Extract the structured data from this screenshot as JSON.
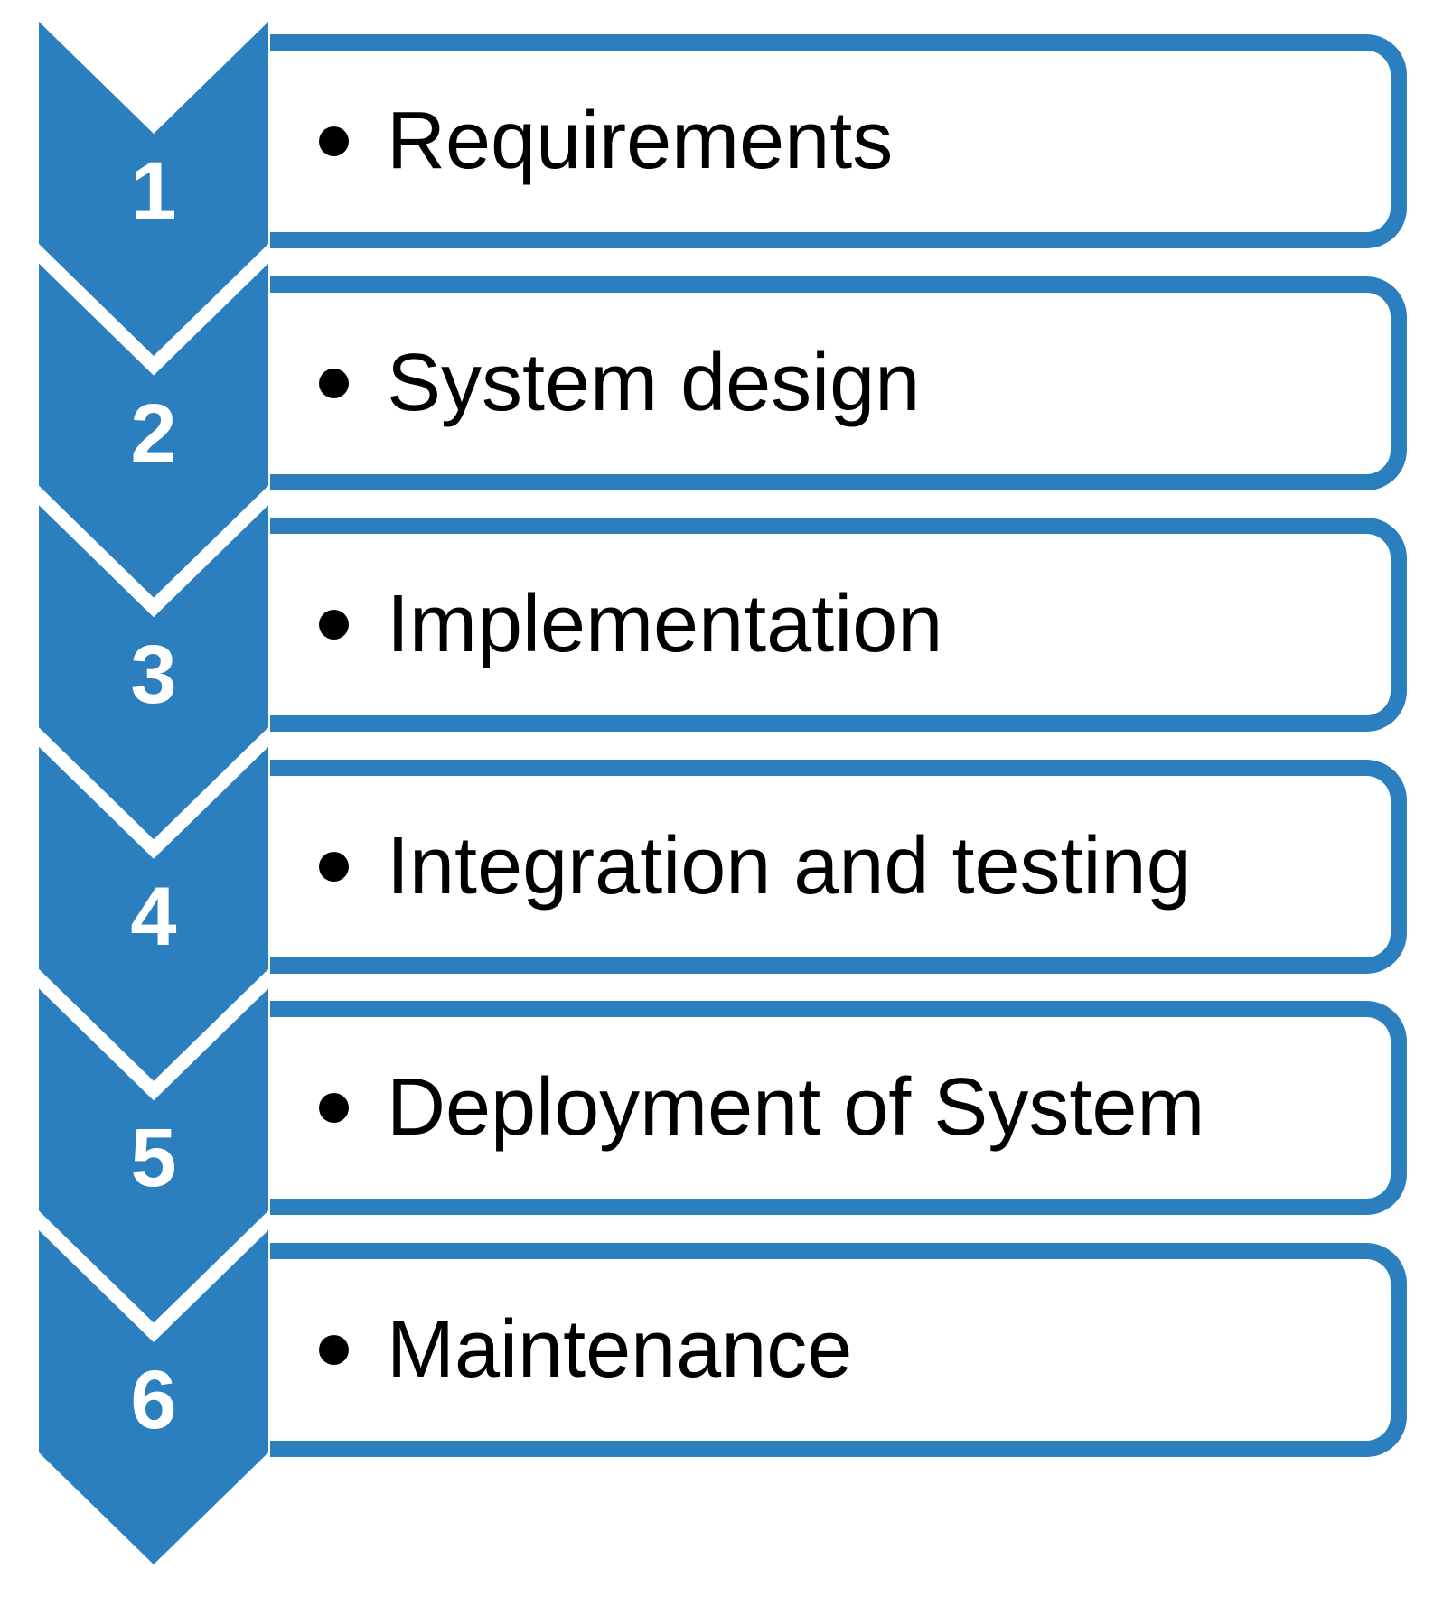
{
  "title": "Software development lifecycle chevron list",
  "colors": {
    "accent": "#2B7FBE",
    "text": "#000000",
    "number_text": "#ffffff",
    "background": "#ffffff"
  },
  "steps": [
    {
      "number": "1",
      "label": "Requirements"
    },
    {
      "number": "2",
      "label": "System design"
    },
    {
      "number": "3",
      "label": "Implementation"
    },
    {
      "number": "4",
      "label": "Integration and testing"
    },
    {
      "number": "5",
      "label": "Deployment of System"
    },
    {
      "number": "6",
      "label": "Maintenance"
    }
  ]
}
